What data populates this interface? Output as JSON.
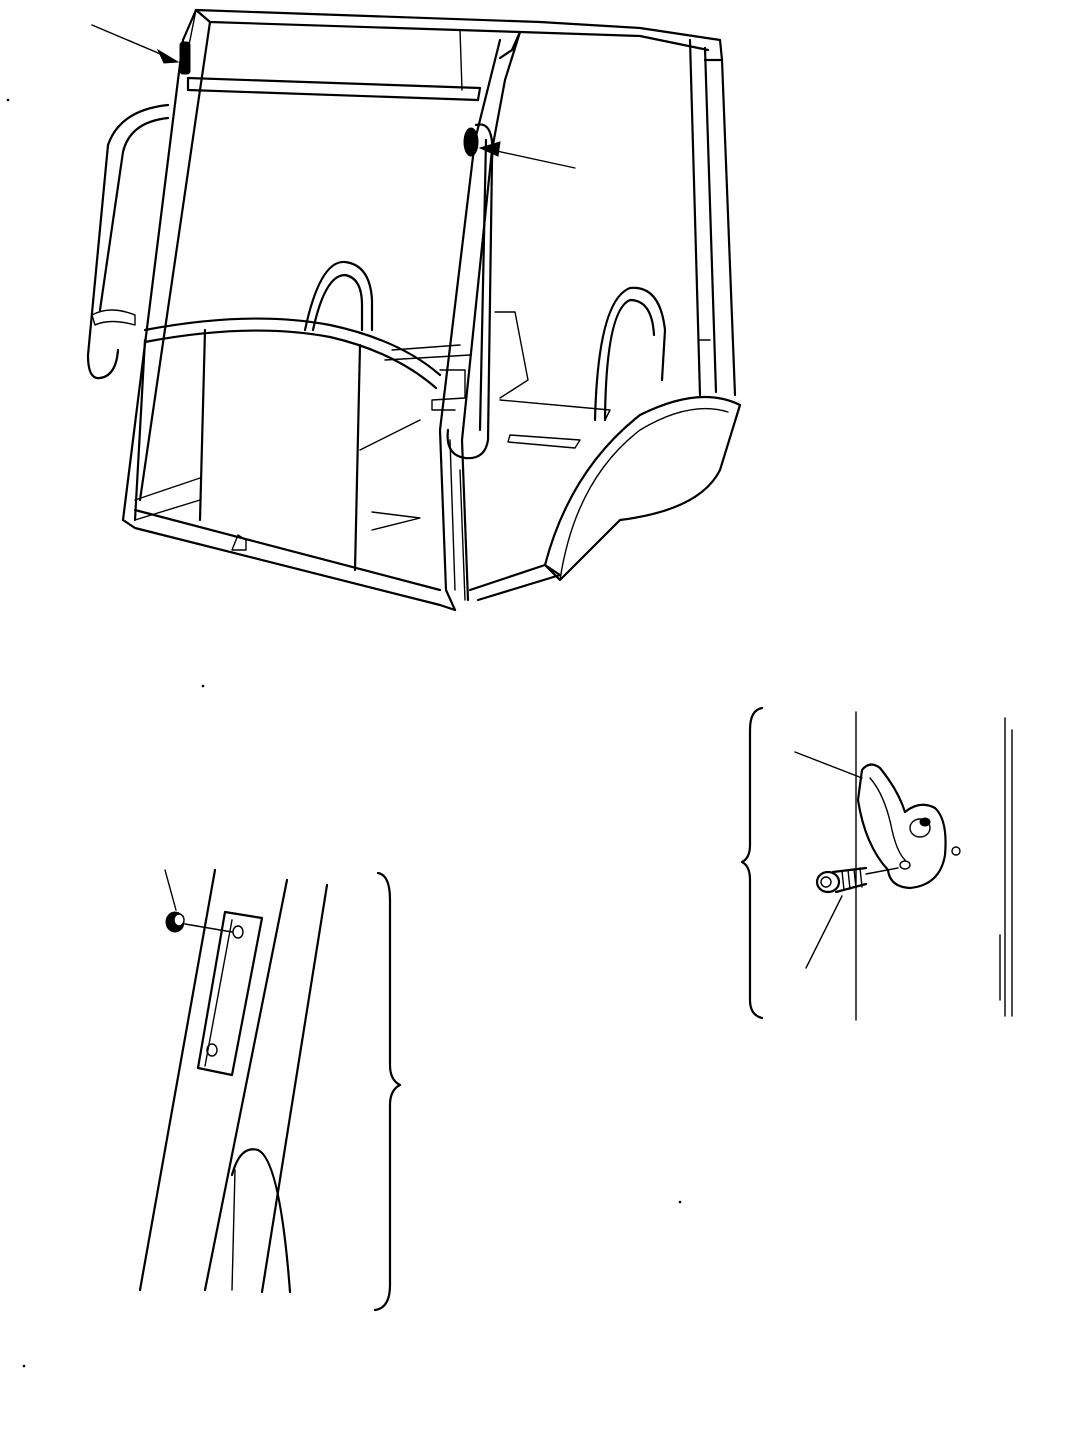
{
  "figure": {
    "main_view": "cab-frame-isometric",
    "detail_views": [
      "front-pillar-plate-detail",
      "door-catch-detail"
    ],
    "line_color": "#000000",
    "background": "#ffffff",
    "icons": [
      "callout-arrow",
      "brace",
      "leader-line"
    ]
  }
}
